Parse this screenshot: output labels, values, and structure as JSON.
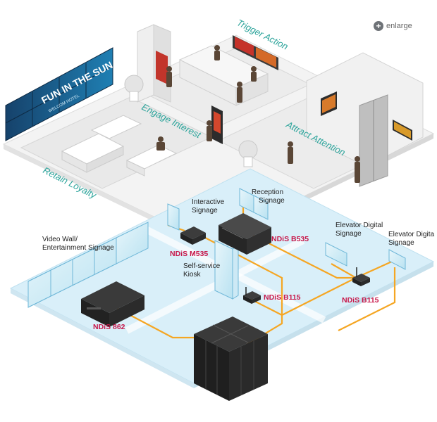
{
  "enlarge": {
    "label": "enlarge",
    "icon": "magnifier-plus-icon"
  },
  "zones": {
    "trigger_action": "Trigger Action",
    "engage_interest": "Engage Interest",
    "attract_attention": "Attract Attention",
    "retain_loyalty": "Retain Loyalty"
  },
  "signage": {
    "video_wall": [
      "Video Wall/",
      "Entertainment Signage"
    ],
    "interactive": [
      "Interactive",
      "Signage"
    ],
    "reception": [
      "Reception",
      "Signage"
    ],
    "elevator_1": [
      "Elevator Digital",
      "Signage"
    ],
    "elevator_2": [
      "Elevator Digita",
      "Signage"
    ],
    "kiosk": [
      "Self-service",
      "Kiosk"
    ]
  },
  "products": {
    "ndis_862": "NDiS 862",
    "ndis_m535": "NDiS M535",
    "ndis_b535": "NDiS B535",
    "ndis_b115_left": "NDiS B115",
    "ndis_b115_right": "NDiS B115"
  },
  "wall_text": {
    "headline": "FUN IN THE SUN",
    "sub": "WELCOM HOTEL"
  },
  "colors": {
    "accent_teal": "#2aa39a",
    "product_red": "#c8184a",
    "cable_orange": "#f5a623",
    "floor_blue": "#d6eef8",
    "floor_white": "#f4f4f4"
  }
}
